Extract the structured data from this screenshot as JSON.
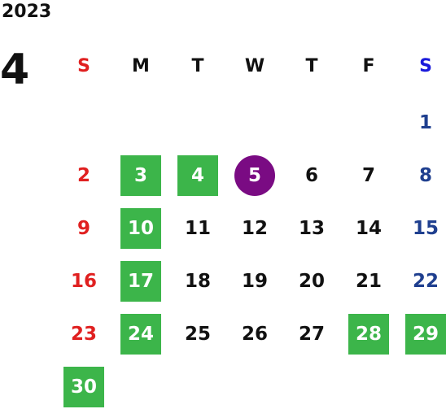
{
  "year": "2023",
  "month": "4",
  "weekdays": [
    "S",
    "M",
    "T",
    "W",
    "T",
    "F",
    "S"
  ],
  "first_weekday_index": 6,
  "days_in_month": 30,
  "today": 5,
  "highlighted_days": [
    3,
    4,
    10,
    17,
    24,
    28,
    29,
    30
  ],
  "colors": {
    "sunday": "#e02020",
    "saturday_header": "#1a1adb",
    "saturday": "#1f3f8f",
    "weekday": "#111111",
    "highlight": "#3cb54a",
    "today": "#7a0b83"
  }
}
